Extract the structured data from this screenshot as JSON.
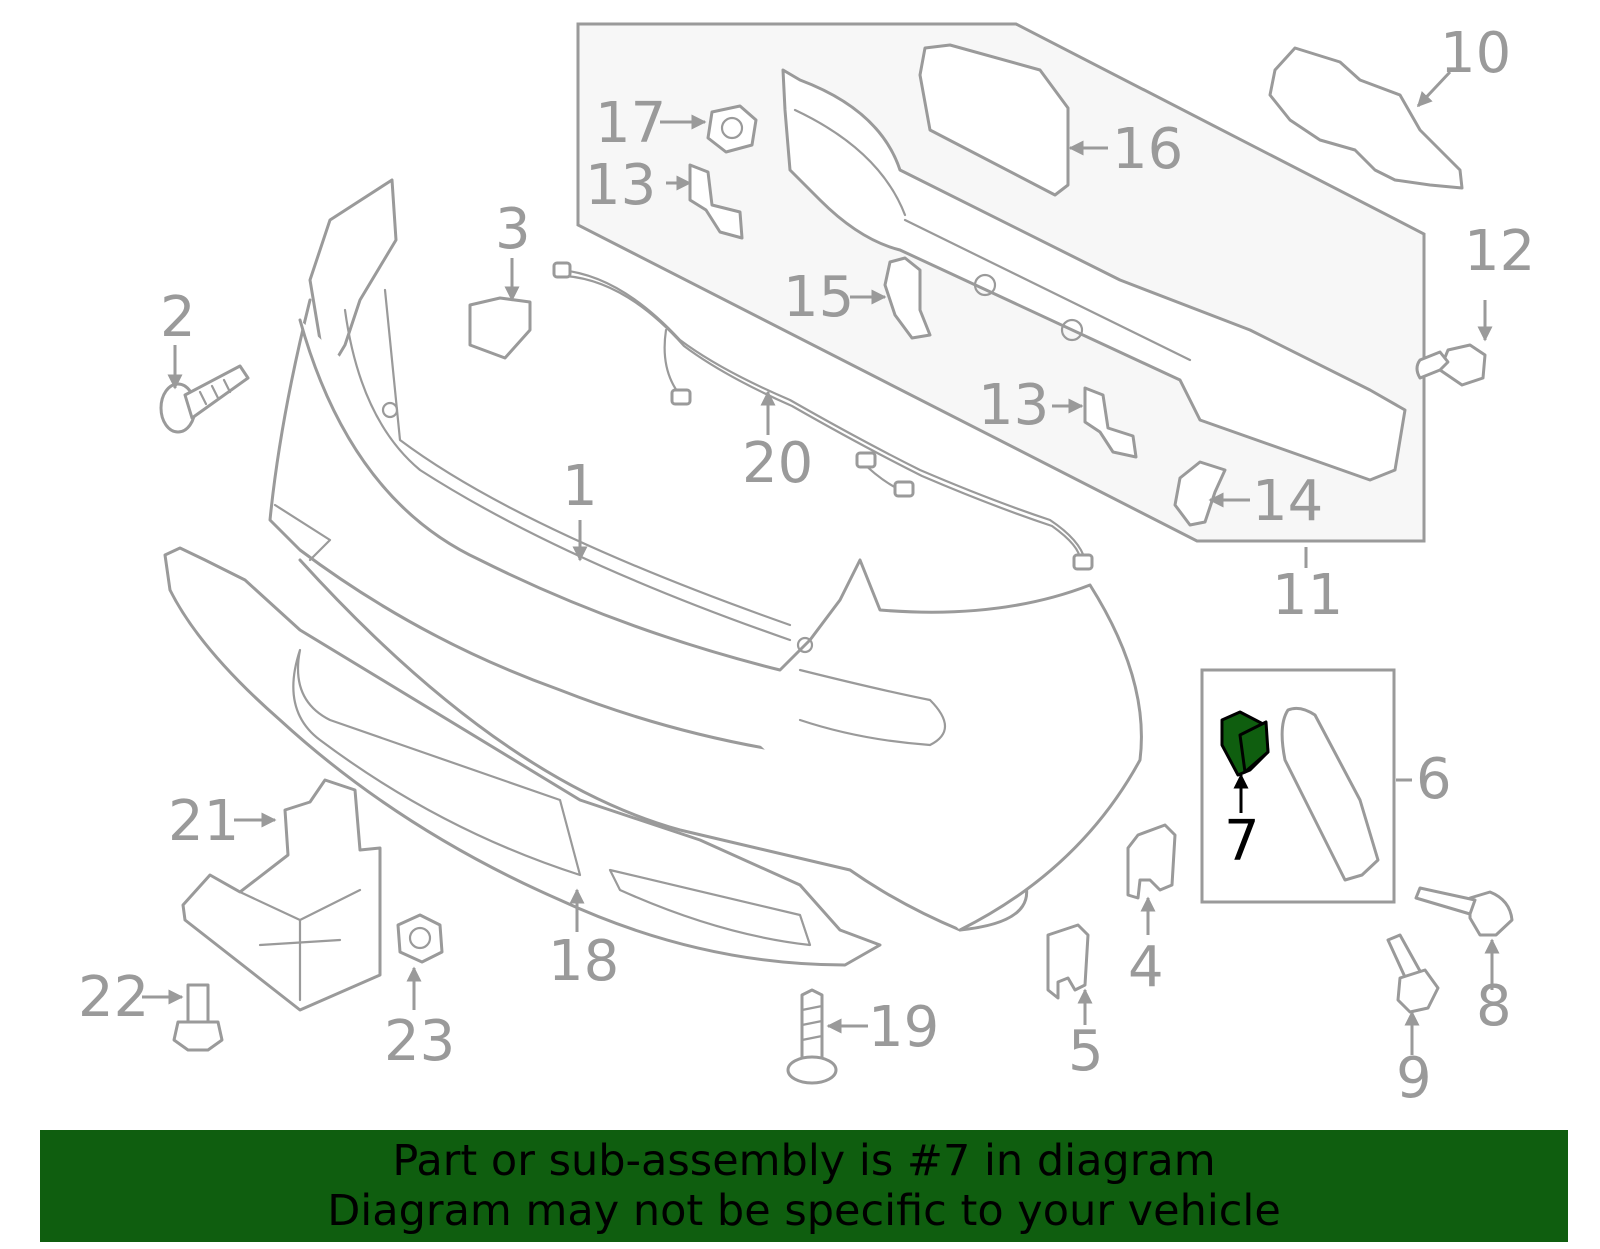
{
  "colors": {
    "line": "#9a9a9a",
    "highlight_fill": "#0f5e0f",
    "banner_bg": "#0f5e0f",
    "banner_text": "#000000"
  },
  "highlighted_part": "7",
  "callouts": {
    "c1": "1",
    "c2": "2",
    "c3": "3",
    "c4": "4",
    "c5": "5",
    "c6": "6",
    "c7": "7",
    "c8": "8",
    "c9": "9",
    "c10": "10",
    "c11": "11",
    "c12": "12",
    "c13a": "13",
    "c13b": "13",
    "c14": "14",
    "c15": "15",
    "c16": "16",
    "c17": "17",
    "c18": "18",
    "c19": "19",
    "c20": "20",
    "c21": "21",
    "c22": "22",
    "c23": "23"
  },
  "banner": {
    "line1": "Part or sub-assembly is #7 in diagram",
    "line2": "Diagram may not be specific to your vehicle"
  }
}
